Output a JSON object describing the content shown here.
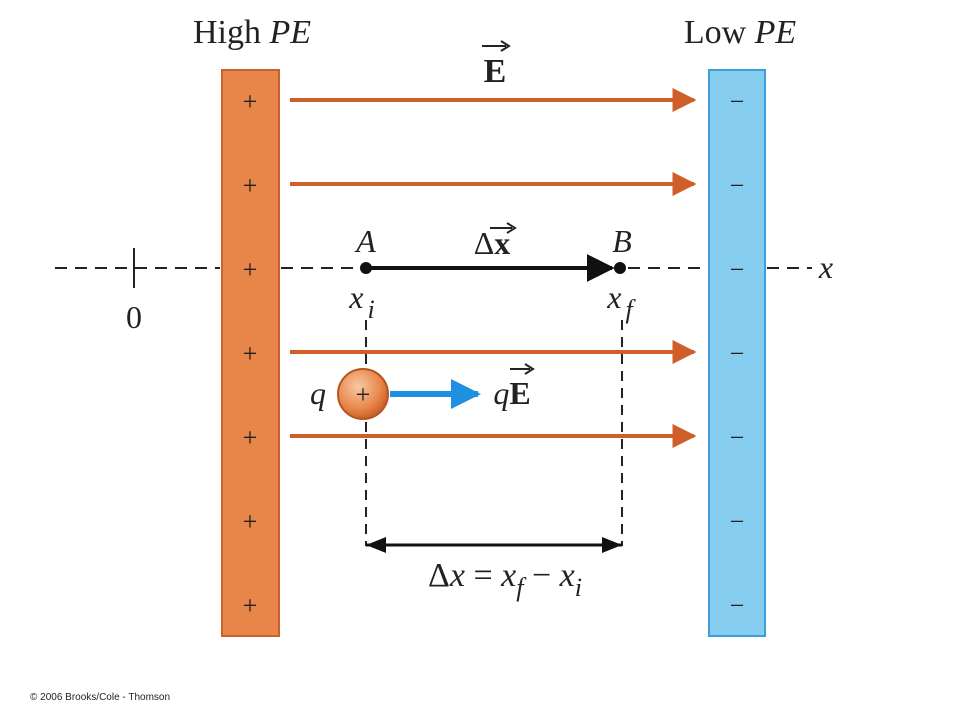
{
  "labels": {
    "high_pe_prefix": "High ",
    "high_pe_em": "PE",
    "low_pe_prefix": "Low ",
    "low_pe_em": "PE",
    "field_label": "E",
    "point_a": "A",
    "point_b": "B",
    "displacement_delta": "Δ",
    "displacement_x": "x",
    "axis_x": "x",
    "origin": "0",
    "xi_main": "x",
    "xi_sub": "i",
    "xf_main": "x",
    "xf_sub": "f",
    "charge_q": "q",
    "charge_sign": "+",
    "force_q": "q",
    "force_E": "E",
    "eq_delta": "Δ",
    "eq_x1": "x",
    "eq_equals": " = ",
    "eq_x2": "x",
    "eq_sub_f": "f",
    "eq_minus": " − ",
    "eq_x3": "x",
    "eq_sub_i": "i",
    "copyright": "© 2006 Brooks/Cole - Thomson"
  },
  "plus_signs": [
    "+",
    "+",
    "+",
    "+",
    "+",
    "+",
    "+"
  ],
  "minus_signs": [
    "−",
    "−",
    "−",
    "−",
    "−",
    "−",
    "−"
  ],
  "colors": {
    "positive_plate": "#e8864a",
    "positive_plate_border": "#c9612a",
    "negative_plate": "#86cdf0",
    "negative_plate_border": "#3d9fd8",
    "field_line": "#cf5f28",
    "force_arrow": "#1f8fe0",
    "charge_fill": "#eb9a5e",
    "text": "#222222"
  }
}
